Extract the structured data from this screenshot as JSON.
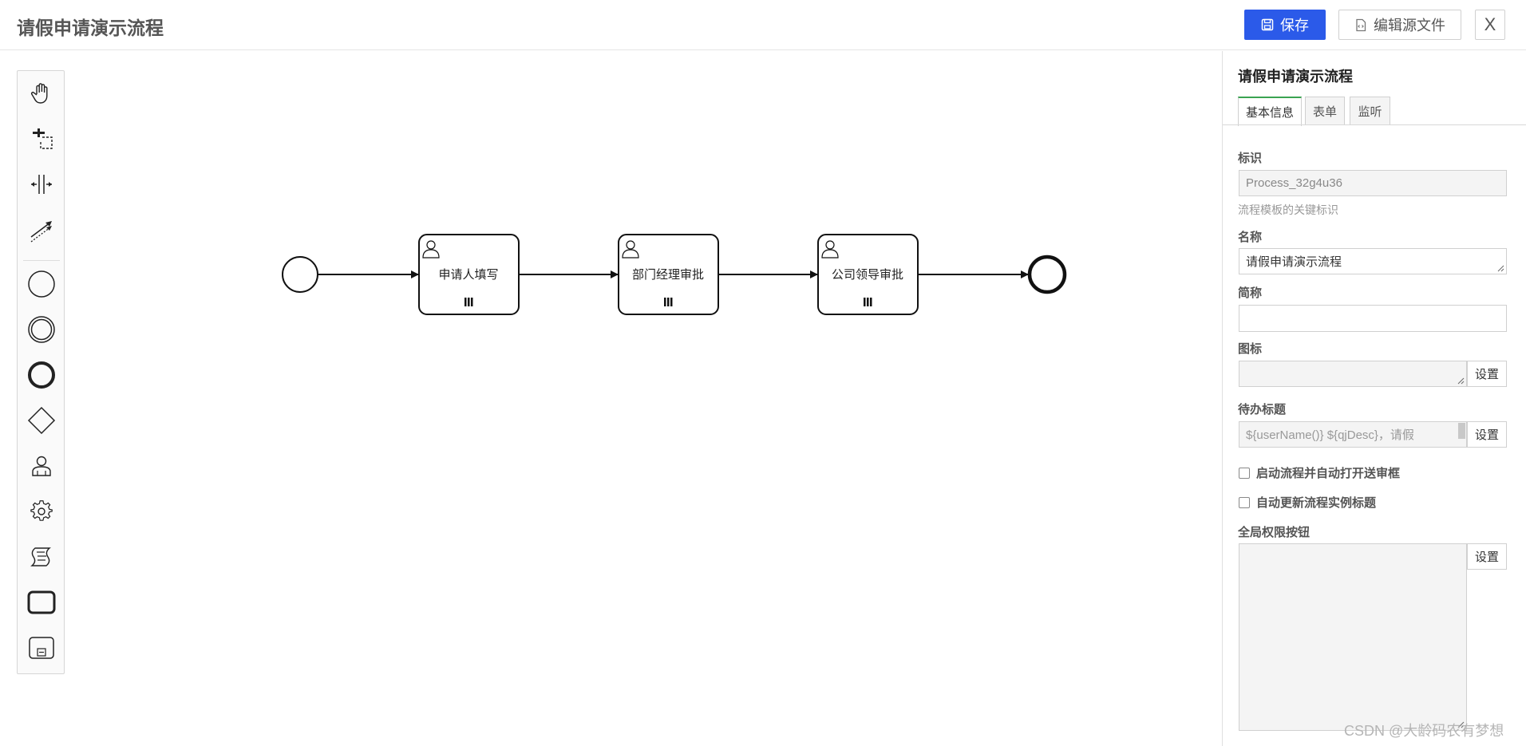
{
  "header": {
    "title": "请假申请演示流程",
    "save_label": "保存",
    "edit_source_label": "编辑源文件",
    "close_label": "X"
  },
  "palette": {
    "tools": [
      "hand-tool-icon",
      "lasso-tool-icon",
      "space-tool-icon",
      "connect-tool-icon"
    ],
    "elements": [
      "start-event-icon",
      "intermediate-event-icon",
      "end-event-icon",
      "gateway-icon",
      "user-task-icon",
      "service-task-icon",
      "script-task-icon",
      "task-icon",
      "subprocess-icon"
    ]
  },
  "diagram": {
    "tasks": [
      {
        "label": "申请人填写"
      },
      {
        "label": "部门经理审批"
      },
      {
        "label": "公司领导审批"
      }
    ]
  },
  "panel": {
    "title": "请假申请演示流程",
    "tabs": [
      {
        "label": "基本信息",
        "active": true
      },
      {
        "label": "表单",
        "active": false
      },
      {
        "label": "监听",
        "active": false
      }
    ],
    "id_label": "标识",
    "id_value": "Process_32g4u36",
    "id_hint": "流程模板的关键标识",
    "name_label": "名称",
    "name_value": "请假申请演示流程",
    "short_label": "简称",
    "short_value": "",
    "icon_label": "图标",
    "icon_value": "",
    "set_label": "设置",
    "todo_label": "待办标题",
    "todo_value": "${userName()} ${qjDesc}，请假",
    "checkbox1_label": "启动流程并自动打开送审框",
    "checkbox2_label": "自动更新流程实例标题",
    "perm_label": "全局权限按钮"
  },
  "watermark": "CSDN @大龄码农有梦想",
  "colors": {
    "primary": "#2b5ae9",
    "tab_active": "#3aa351"
  }
}
